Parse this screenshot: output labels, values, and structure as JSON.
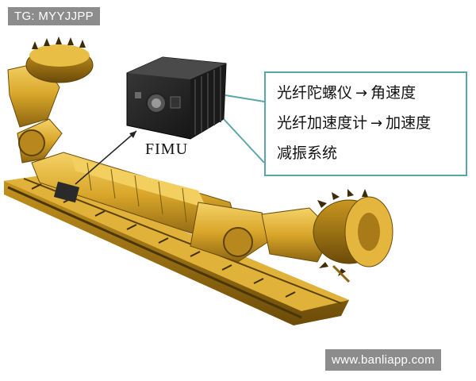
{
  "watermark_top": "TG: MYYJJPP",
  "watermark_bottom": "www.banliapp.com",
  "device_label": "FIMU",
  "callout": {
    "line1_left": "光纤陀螺仪",
    "line1_right": "角速度",
    "line2_left": "光纤加速度计",
    "line2_right": "加速度",
    "line3": "减振系统",
    "arrow": "→"
  },
  "colors": {
    "machine": "#d9a62a",
    "callout_border": "#5aa6a8",
    "device": "#1c1c1c"
  }
}
